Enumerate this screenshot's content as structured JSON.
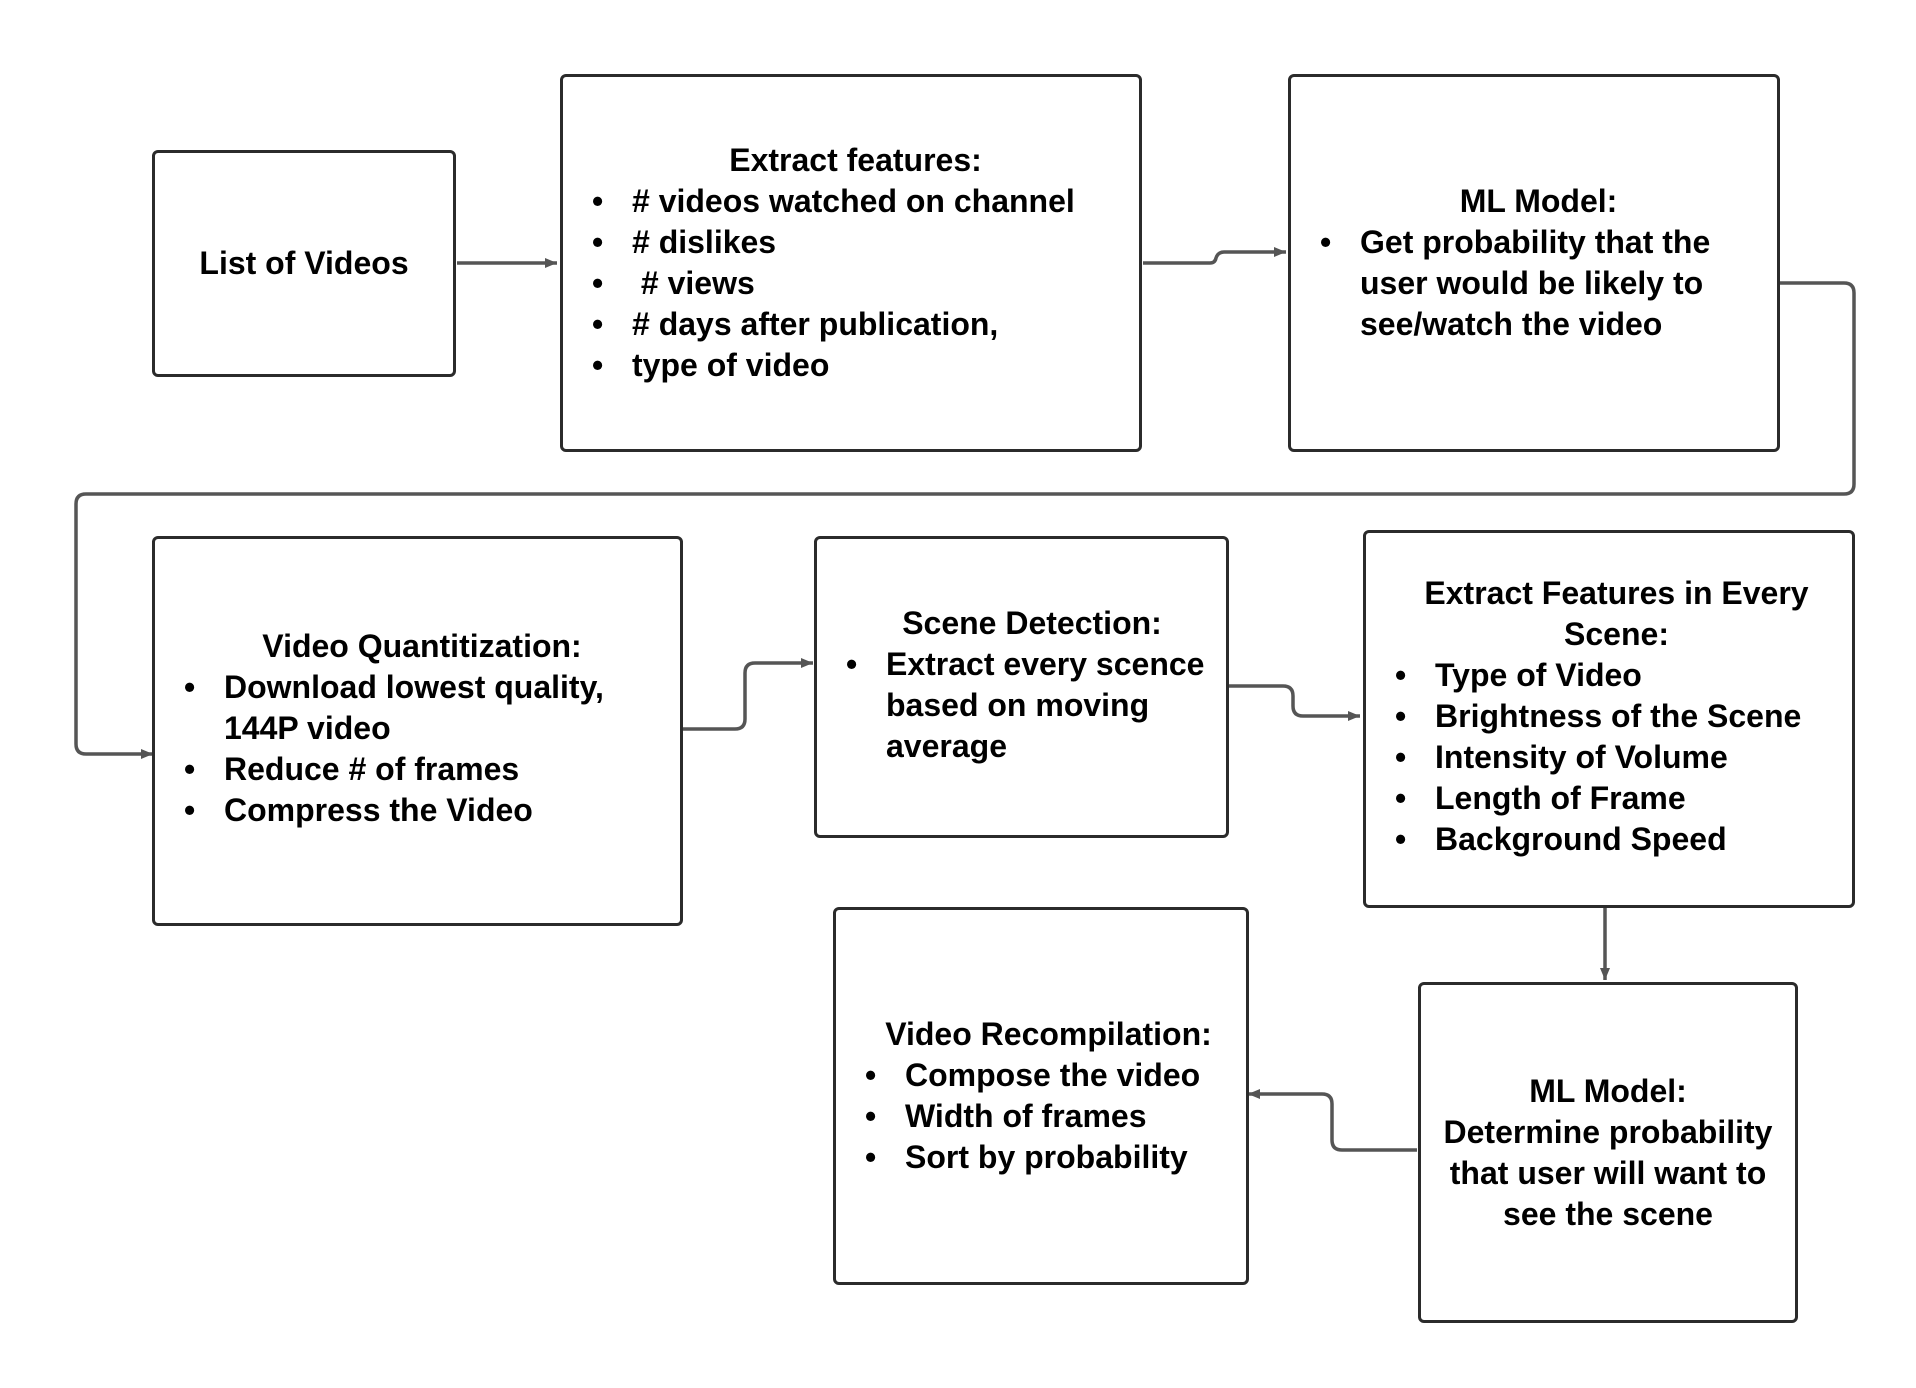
{
  "diagram": {
    "nodes": {
      "list_of_videos": {
        "title": "List of Videos"
      },
      "extract_features": {
        "title": "Extract features:",
        "items": [
          "# videos watched on channel",
          "# dislikes",
          " # views",
          "# days after publication,",
          "type of video"
        ]
      },
      "ml_model_1": {
        "title": "ML Model:",
        "items": [
          "Get probability that the user would be likely to see/watch the video"
        ]
      },
      "video_quantitization": {
        "title": "Video Quantitization:",
        "items": [
          "Download lowest quality, 144P video",
          "Reduce # of frames",
          "Compress the Video"
        ]
      },
      "scene_detection": {
        "title": "Scene Detection:",
        "items": [
          "Extract every scence based on moving average"
        ]
      },
      "extract_scene_features": {
        "title": "Extract Features in Every Scene:",
        "items": [
          "Type of Video",
          "Brightness of the Scene",
          "Intensity of Volume",
          "Length of Frame",
          "Background Speed"
        ]
      },
      "ml_model_2": {
        "title": "ML Model:",
        "body": "Determine probability that user will want to see the scene"
      },
      "video_recompilation": {
        "title": "Video Recompilation:",
        "items": [
          "Compose the video",
          "Width of frames",
          "Sort by probability"
        ]
      }
    },
    "edges": [
      [
        "list_of_videos",
        "extract_features"
      ],
      [
        "extract_features",
        "ml_model_1"
      ],
      [
        "ml_model_1",
        "video_quantitization"
      ],
      [
        "video_quantitization",
        "scene_detection"
      ],
      [
        "scene_detection",
        "extract_scene_features"
      ],
      [
        "extract_scene_features",
        "ml_model_2"
      ],
      [
        "ml_model_2",
        "video_recompilation"
      ]
    ],
    "colors": {
      "border": "#2b2b2b",
      "connector": "#555555",
      "text": "#000000"
    }
  }
}
